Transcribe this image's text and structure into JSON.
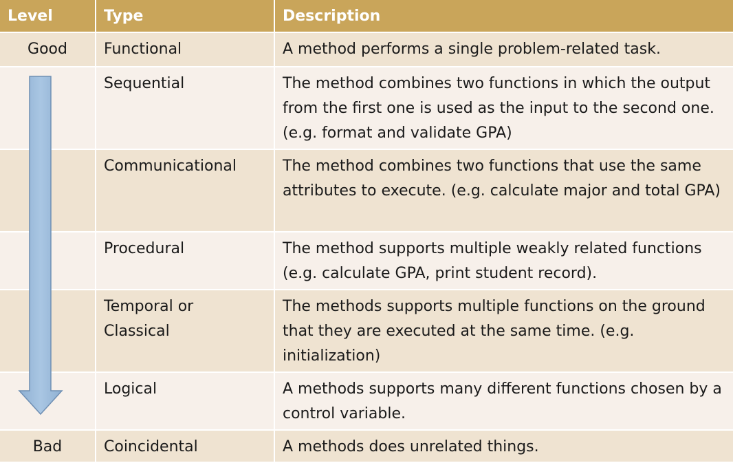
{
  "header": {
    "level": "Level",
    "type": "Type",
    "description": "Description"
  },
  "rows": [
    {
      "level": "Good",
      "type": "Functional",
      "description": "A method performs a single problem-related task."
    },
    {
      "level": "",
      "type": "Sequential",
      "description": "The method combines two functions in which the output from the first one is used as the input to the second one. (e.g. format and validate GPA)"
    },
    {
      "level": "",
      "type": "Communicational",
      "description": "The method combines two functions that use the same attributes to execute. (e.g. calculate major and total GPA)"
    },
    {
      "level": "",
      "type": "Procedural",
      "description": "The method supports multiple weakly related functions (e.g. calculate GPA, print student record)."
    },
    {
      "level": "",
      "type": "Temporal or Classical",
      "description": "The methods supports multiple functions on the ground that they are executed at the same time. (e.g. initialization)"
    },
    {
      "level": "",
      "type": "Logical",
      "description": "A methods supports many different functions chosen by a control variable."
    },
    {
      "level": "Bad",
      "type": "Coincidental",
      "description": "A methods does unrelated things."
    }
  ],
  "arrow": {
    "icon": "down-arrow-icon",
    "color": "#9bbad8",
    "stroke": "#6f8fb3"
  }
}
